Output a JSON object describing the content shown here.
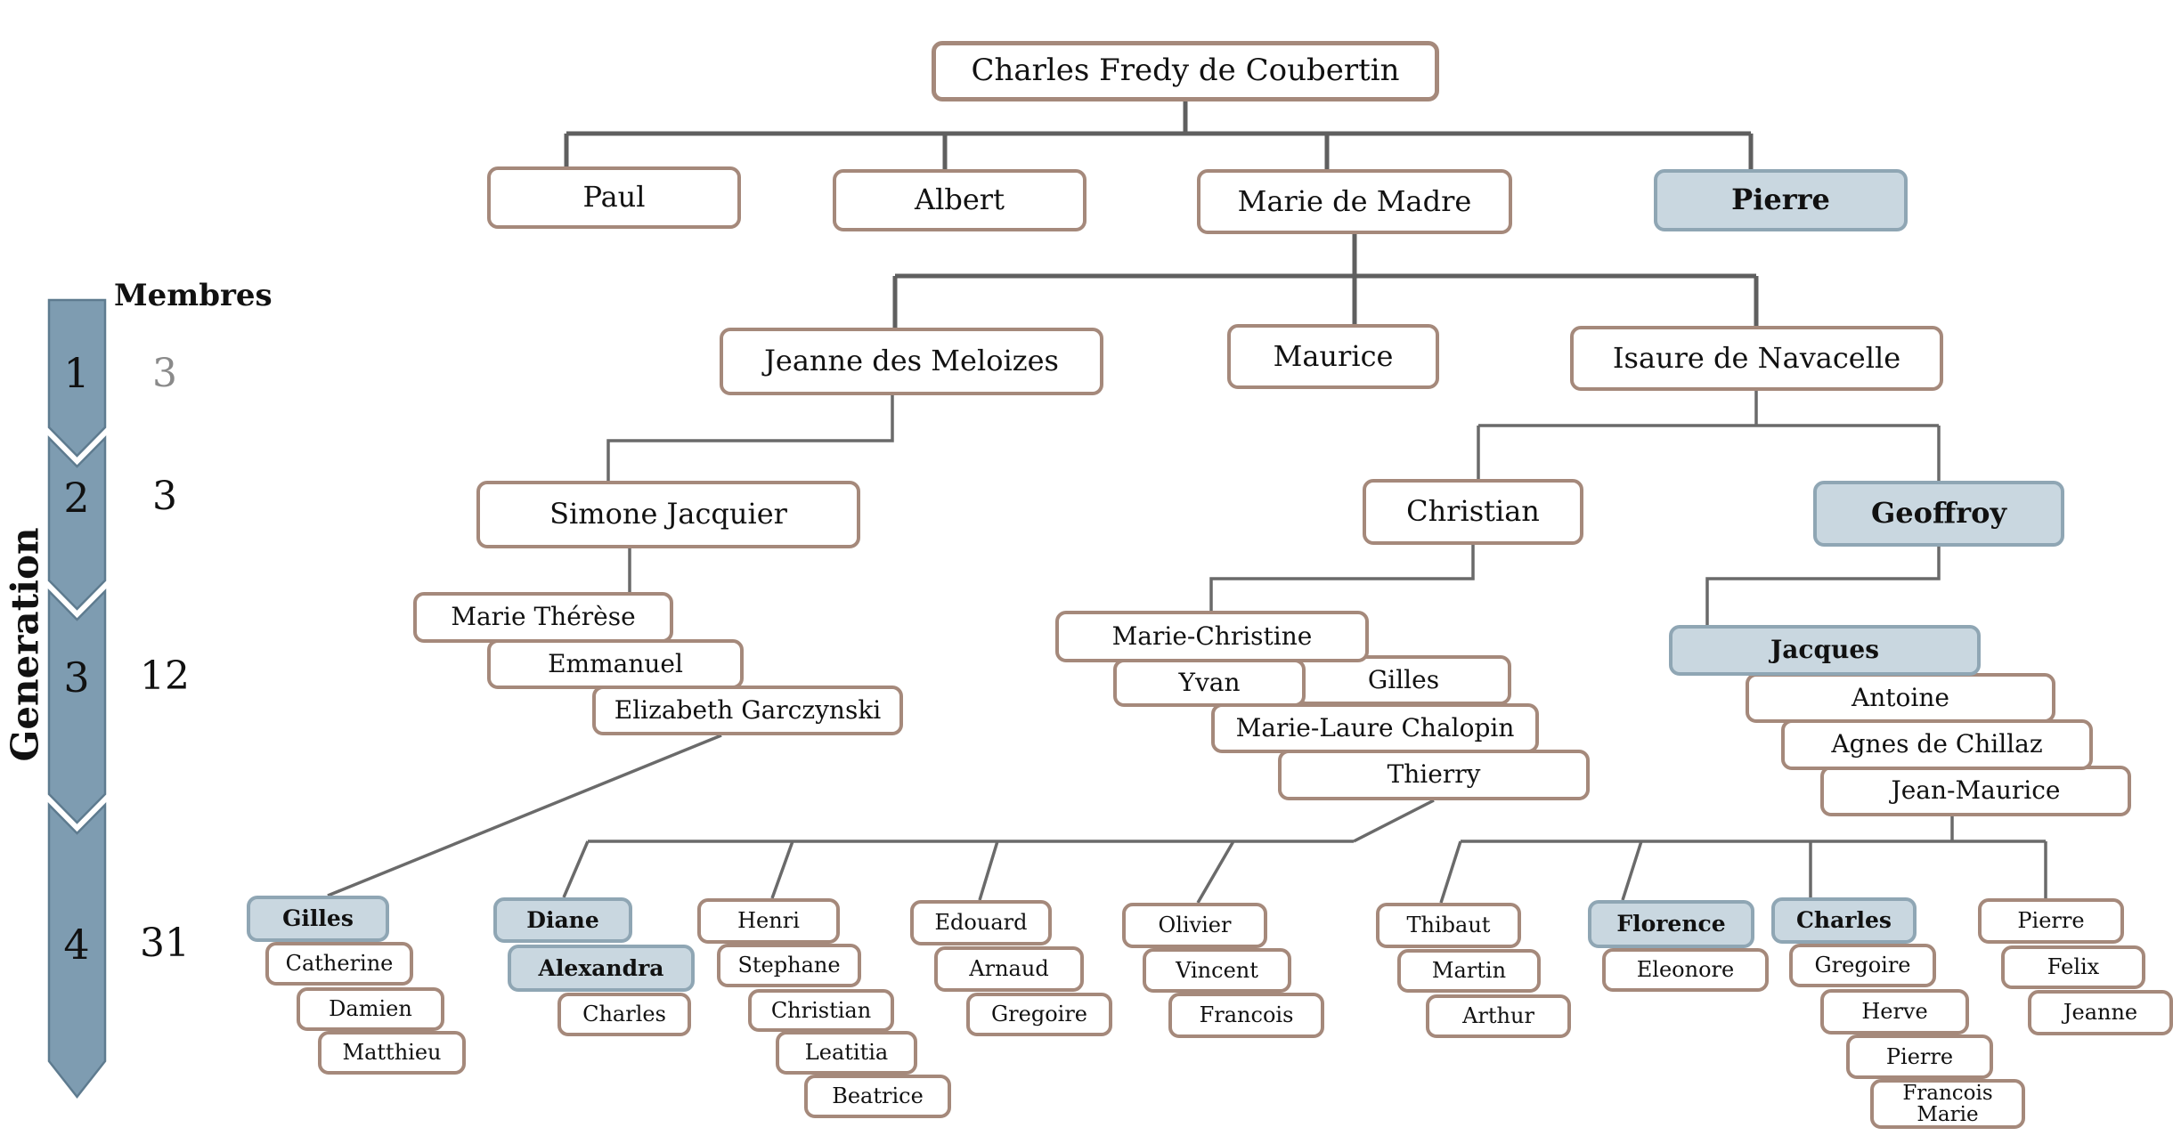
{
  "sidebar": {
    "axis_label": "Generation",
    "membres_header": "Membres",
    "rows": [
      {
        "generation": "1",
        "membres": "3"
      },
      {
        "generation": "2",
        "membres": "3"
      },
      {
        "generation": "3",
        "membres": "12"
      },
      {
        "generation": "4",
        "membres": "31"
      }
    ]
  },
  "tree": {
    "root": {
      "label": "Charles Fredy de Coubertin",
      "highlighted": false
    },
    "children_row": [
      {
        "label": "Paul",
        "highlighted": false
      },
      {
        "label": "Albert",
        "highlighted": false
      },
      {
        "label": "Marie de Madre",
        "highlighted": false
      },
      {
        "label": "Pierre",
        "highlighted": true
      }
    ],
    "generation1": [
      {
        "label": "Jeanne des Meloizes",
        "highlighted": false
      },
      {
        "label": "Maurice",
        "highlighted": false
      },
      {
        "label": "Isaure de Navacelle",
        "highlighted": false
      }
    ],
    "generation2": [
      {
        "label": "Simone Jacquier",
        "highlighted": false
      },
      {
        "label": "Christian",
        "highlighted": false
      },
      {
        "label": "Geoffroy",
        "highlighted": true
      }
    ],
    "generation3": {
      "simone_branch": [
        {
          "label": "Marie Thérèse",
          "highlighted": false
        },
        {
          "label": "Emmanuel",
          "highlighted": false
        },
        {
          "label": "Elizabeth Garczynski",
          "highlighted": false
        }
      ],
      "christian_branch": [
        {
          "label": "Marie-Christine",
          "highlighted": false
        },
        {
          "label": "Yvan",
          "highlighted": false
        },
        {
          "label": "Gilles",
          "highlighted": false
        },
        {
          "label": "Marie-Laure Chalopin",
          "highlighted": false
        },
        {
          "label": "Thierry",
          "highlighted": false
        }
      ],
      "geoffroy_branch": [
        {
          "label": "Jacques",
          "highlighted": true
        },
        {
          "label": "Antoine",
          "highlighted": false
        },
        {
          "label": "Agnes de Chillaz",
          "highlighted": false
        },
        {
          "label": "Jean-Maurice",
          "highlighted": false
        }
      ]
    },
    "generation4": {
      "group1": [
        {
          "label": "Gilles",
          "highlighted": true
        },
        {
          "label": "Catherine",
          "highlighted": false
        },
        {
          "label": "Damien",
          "highlighted": false
        },
        {
          "label": "Matthieu",
          "highlighted": false
        }
      ],
      "group2": [
        {
          "label": "Diane",
          "highlighted": true
        },
        {
          "label": "Alexandra",
          "highlighted": true
        },
        {
          "label": "Charles",
          "highlighted": false
        }
      ],
      "group3": [
        {
          "label": "Henri",
          "highlighted": false
        },
        {
          "label": "Stephane",
          "highlighted": false
        },
        {
          "label": "Christian",
          "highlighted": false
        },
        {
          "label": "Leatitia",
          "highlighted": false
        },
        {
          "label": "Beatrice",
          "highlighted": false
        }
      ],
      "group4": [
        {
          "label": "Edouard",
          "highlighted": false
        },
        {
          "label": "Arnaud",
          "highlighted": false
        },
        {
          "label": "Gregoire",
          "highlighted": false
        }
      ],
      "group5": [
        {
          "label": "Olivier",
          "highlighted": false
        },
        {
          "label": "Vincent",
          "highlighted": false
        },
        {
          "label": "Francois",
          "highlighted": false
        }
      ],
      "group6": [
        {
          "label": "Thibaut",
          "highlighted": false
        },
        {
          "label": "Martin",
          "highlighted": false
        },
        {
          "label": "Arthur",
          "highlighted": false
        }
      ],
      "group7": [
        {
          "label": "Florence",
          "highlighted": true
        },
        {
          "label": "Eleonore",
          "highlighted": false
        }
      ],
      "group8": [
        {
          "label": "Charles",
          "highlighted": true
        },
        {
          "label": "Gregoire",
          "highlighted": false
        },
        {
          "label": "Herve",
          "highlighted": false
        },
        {
          "label": "Pierre",
          "highlighted": false
        },
        {
          "label": "Francois Marie",
          "highlighted": false
        }
      ],
      "group9": [
        {
          "label": "Pierre",
          "highlighted": false
        },
        {
          "label": "Felix",
          "highlighted": false
        },
        {
          "label": "Jeanne",
          "highlighted": false
        }
      ]
    }
  },
  "colors": {
    "box_border": "#A5897B",
    "highlight_fill": "#C9D7E0",
    "highlight_border": "#8FA6B4",
    "connector": "#6A6A6A",
    "arrow_fill": "#7E9CB1",
    "arrow_border": "#5E7B8F"
  }
}
